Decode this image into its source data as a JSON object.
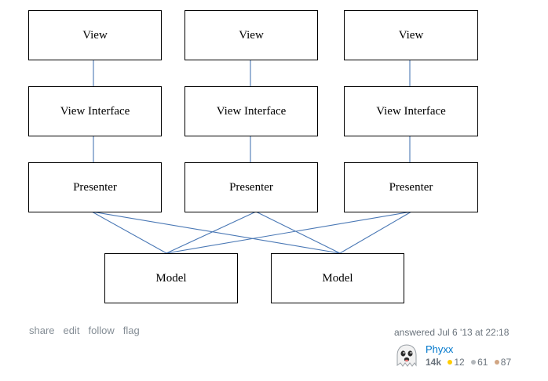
{
  "diagram": {
    "columns": [
      {
        "view": "View",
        "interface": "View Interface",
        "presenter": "Presenter"
      },
      {
        "view": "View",
        "interface": "View Interface",
        "presenter": "Presenter"
      },
      {
        "view": "View",
        "interface": "View Interface",
        "presenter": "Presenter"
      }
    ],
    "models": [
      "Model",
      "Model"
    ],
    "connector_color": "#4a78b5"
  },
  "post_menu": {
    "share": "share",
    "edit": "edit",
    "follow": "follow",
    "flag": "flag"
  },
  "signature": {
    "action_time": "answered Jul 6 '13 at 22:18",
    "avatar_icon": "ghost-icon",
    "user_name": "Phyxx",
    "reputation": "14k",
    "gold_badges": "12",
    "silver_badges": "61",
    "bronze_badges": "87",
    "badge_colors": {
      "gold": "#ffcc01",
      "silver": "#b4b8bc",
      "bronze": "#d1a684"
    },
    "link_color": "#0077cc"
  }
}
